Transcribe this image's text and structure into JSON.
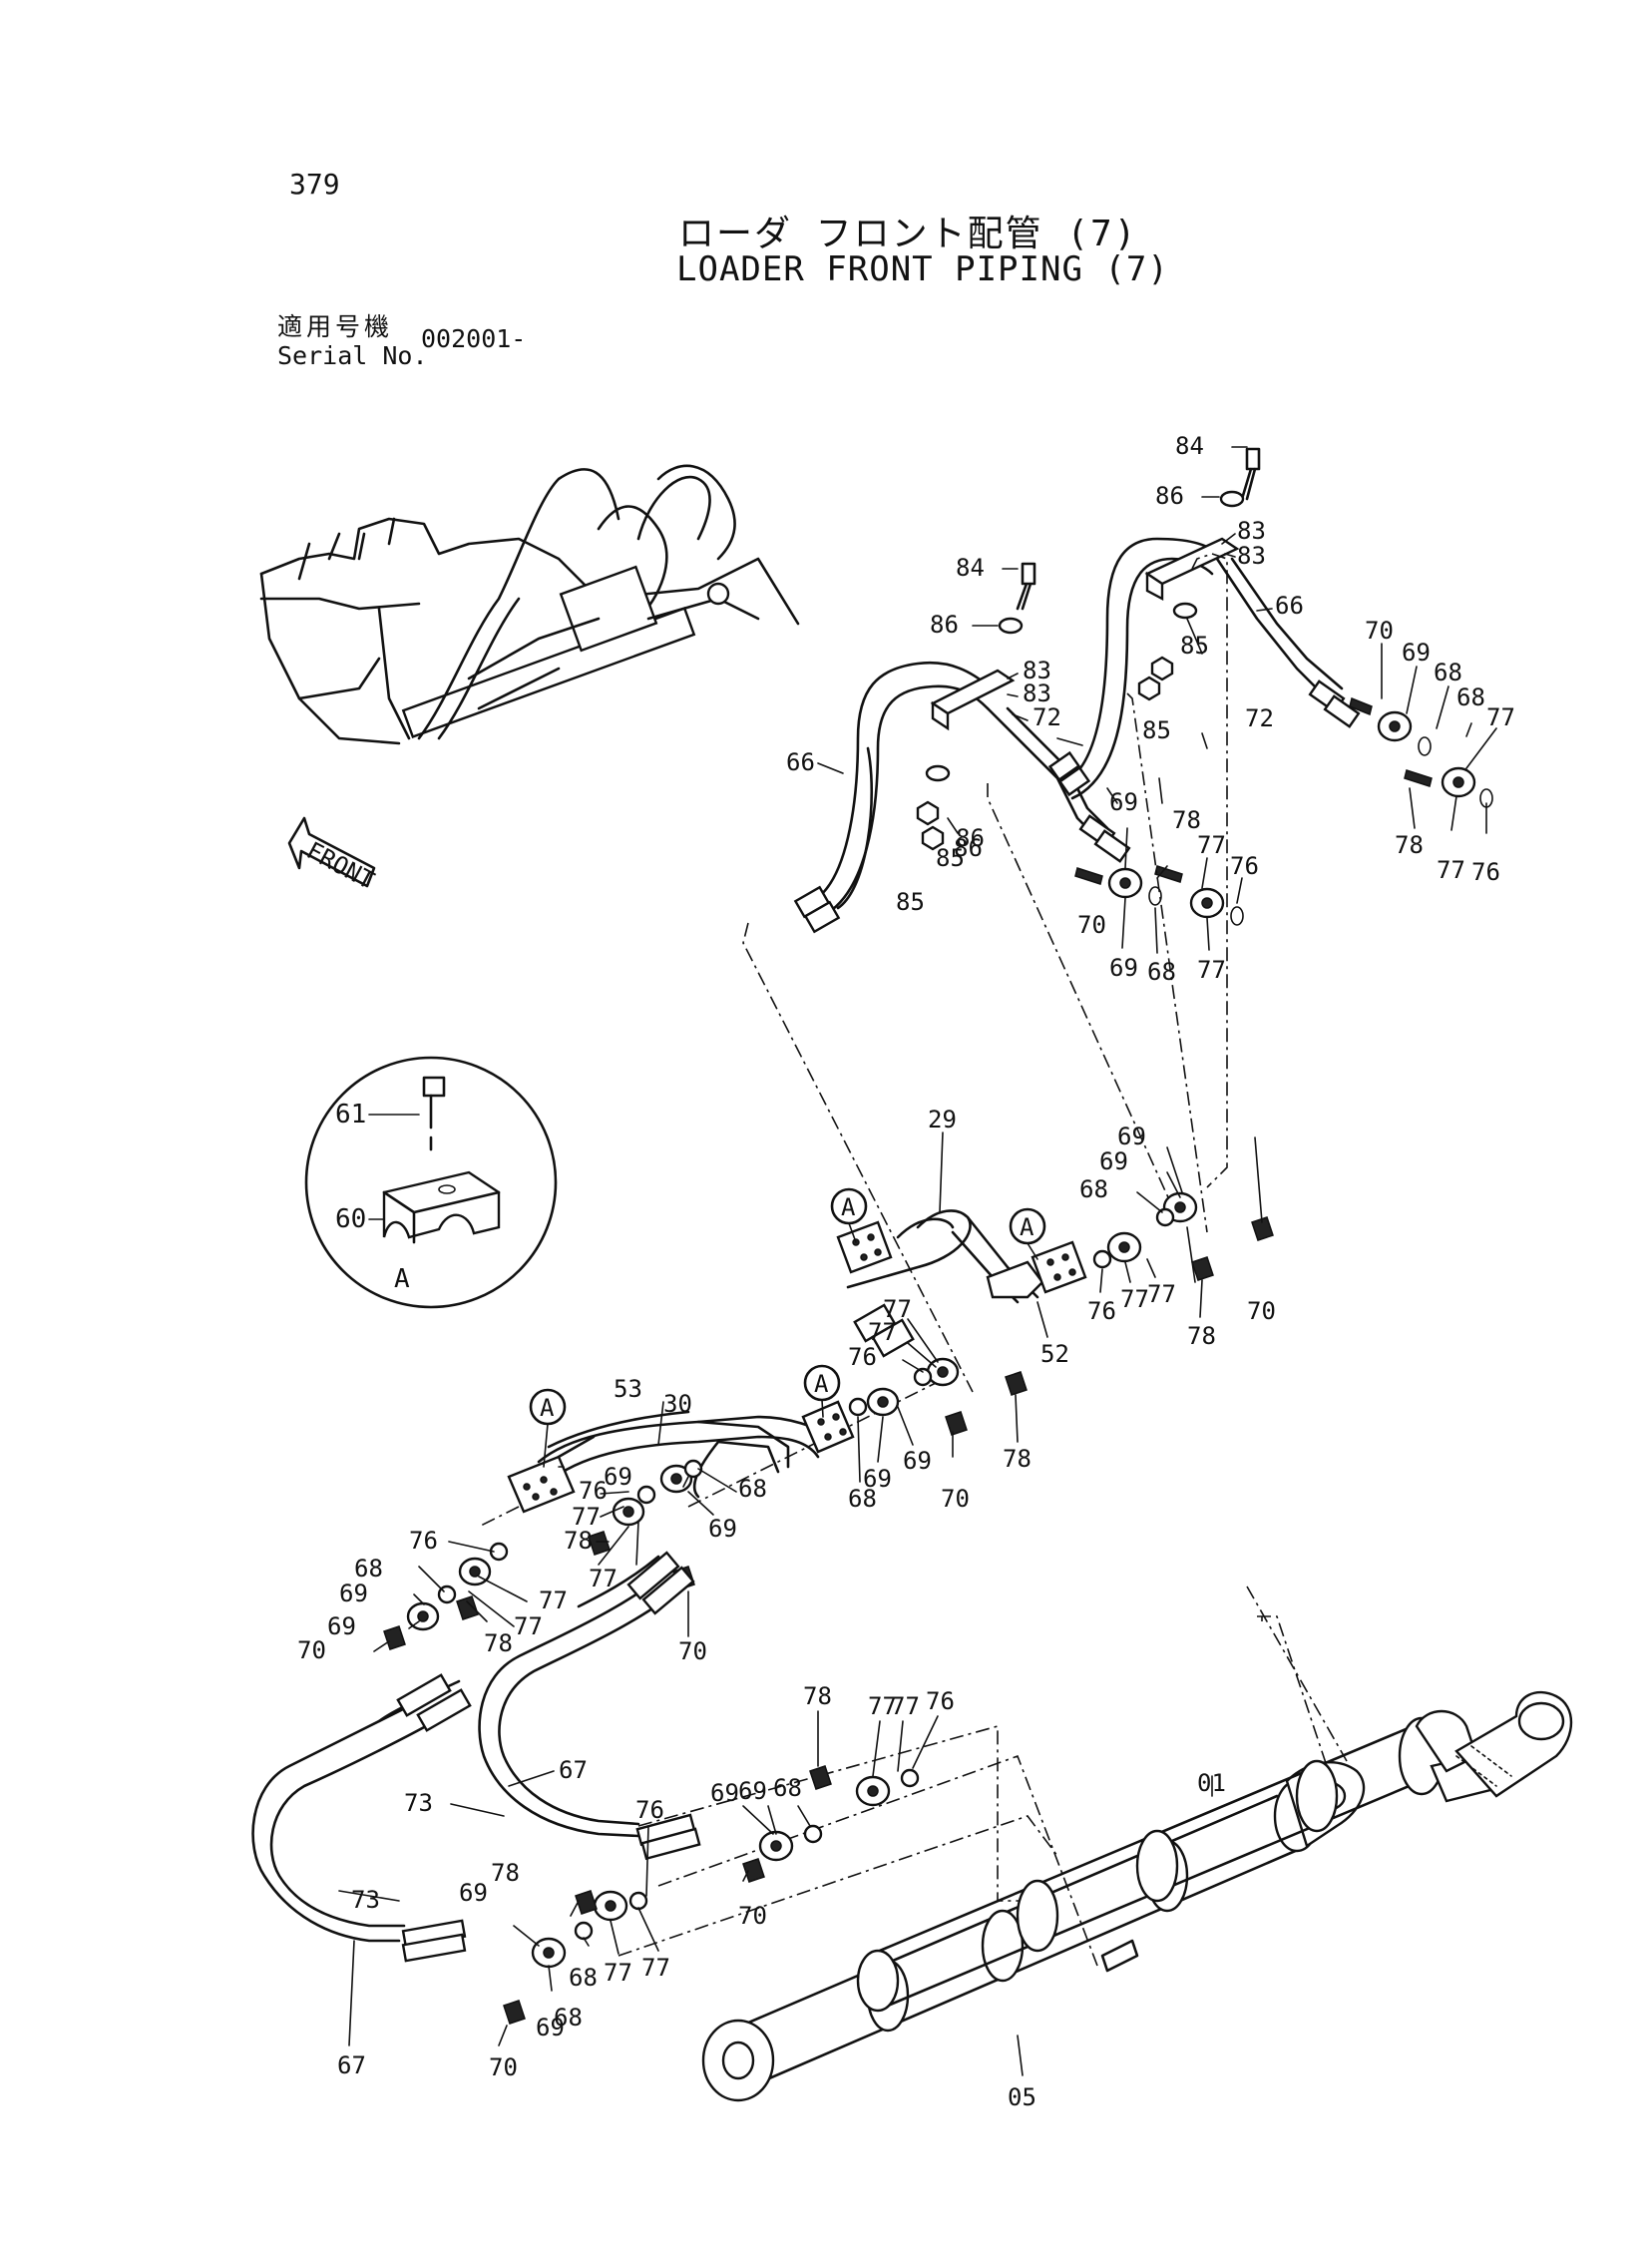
{
  "header": {
    "page_number": "379",
    "title_ja": "ローダ フロント配管 (7)",
    "title_en": "LOADER FRONT PIPING (7)",
    "serial_label_ja": "適用号機",
    "serial_label_en": "Serial No.",
    "serial_value": "002001-"
  },
  "diagram": {
    "front_arrow_label": "FRONT",
    "detail_view": {
      "label": "A",
      "callouts": [
        "61",
        "60"
      ]
    },
    "view_markers": [
      "A",
      "A",
      "A",
      "A"
    ],
    "callouts": [
      "84",
      "86",
      "83",
      "83",
      "66",
      "84",
      "86",
      "83",
      "83",
      "72",
      "86",
      "85",
      "85",
      "70",
      "69",
      "68",
      "68",
      "77",
      "66",
      "86",
      "85",
      "85",
      "72",
      "69",
      "78",
      "77",
      "76",
      "70",
      "69",
      "68",
      "77",
      "78",
      "77",
      "76",
      "29",
      "69",
      "69",
      "68",
      "70",
      "76",
      "77",
      "77",
      "78",
      "52",
      "77",
      "77",
      "76",
      "69",
      "69",
      "70",
      "78",
      "68",
      "53",
      "30",
      "76",
      "69",
      "68",
      "69",
      "77",
      "78",
      "77",
      "76",
      "68",
      "69",
      "69",
      "70",
      "77",
      "77",
      "78",
      "70",
      "78",
      "77",
      "77",
      "76",
      "69",
      "69",
      "68",
      "67",
      "73",
      "76",
      "73",
      "78",
      "69",
      "68",
      "77",
      "77",
      "70",
      "01",
      "05",
      "67",
      "69",
      "70",
      "68"
    ]
  }
}
